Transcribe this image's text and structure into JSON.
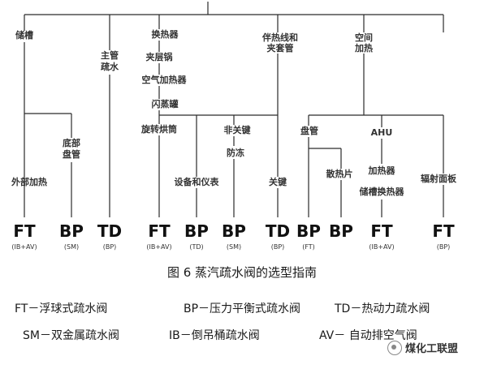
{
  "diagram": {
    "nodes": {
      "trap_tank": "储槽",
      "jacketed_pipe": "伴热线和夹套管",
      "air_heating": "空间加热",
      "main_drain": "主管疏水",
      "exchanger": "换热器",
      "jacketed_pan": "夹层锅",
      "air_heater": "空气加热器",
      "steam_dome": "闪蒸罐",
      "rotating_cylinder": "旋转烘筒",
      "bottom_coil": "底部盘管",
      "external_heating": "外部加热",
      "equipment_meter": "设备和仪表",
      "non_critical": "非关键",
      "antifreeze": "防冻",
      "critical": "关键",
      "coil": "盘管",
      "radiator": "散热片",
      "ahu": "AHU",
      "heater": "加热器",
      "tank_exchanger": "储槽换热器",
      "radiant_panel": "辐射面板"
    },
    "traps": [
      {
        "code": "FT",
        "sub": "(IB+AV)"
      },
      {
        "code": "BP",
        "sub": "(SM)"
      },
      {
        "code": "TD",
        "sub": "(BP)"
      },
      {
        "code": "FT",
        "sub": "(IB+AV)"
      },
      {
        "code": "BP",
        "sub": "(TD)"
      },
      {
        "code": "BP",
        "sub": "(SM)"
      },
      {
        "code": "TD",
        "sub": "(BP)"
      },
      {
        "code": "BP",
        "sub": "(FT)"
      },
      {
        "code": "BP",
        "sub": ""
      },
      {
        "code": "FT",
        "sub": "(IB+AV)"
      },
      {
        "code": "FT",
        "sub": "(BP)"
      }
    ]
  },
  "caption": "图 6 蒸汽疏水阀的选型指南",
  "legend": [
    "FT－浮球式疏水阀",
    "BP－压力平衡式疏水阀",
    "TD－热动力疏水阀",
    "SM－双金属疏水阀",
    "IB－倒吊桶疏水阀",
    "AV－ 自动排空气阀"
  ],
  "watermark": "煤化工联盟"
}
